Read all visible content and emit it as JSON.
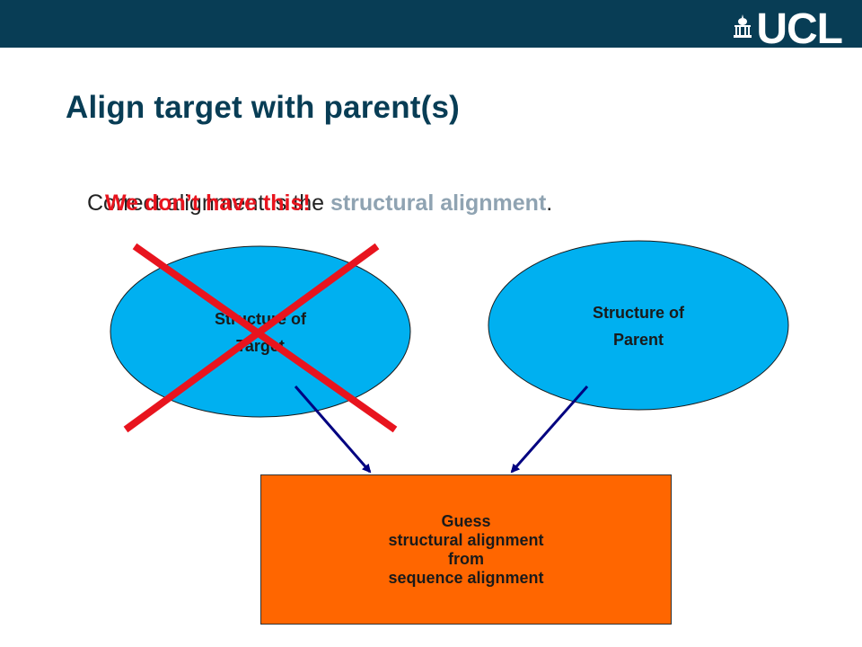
{
  "header": {
    "logo_text": "UCL",
    "bar_color": "#083D55",
    "logo_icon": "portico-icon"
  },
  "slide": {
    "title": "Align target with parent(s)",
    "sentence_prefix": "Correct alignment is the ",
    "sentence_highlight": "structural alignment",
    "sentence_suffix": ".",
    "overlay_text": "We don’t have this!",
    "overlay_color": "#E8141E",
    "highlight_color": "#8FA3B2"
  },
  "diagram": {
    "target": {
      "label_line1": "Structure of",
      "label_line2": "Target",
      "fill": "#00B0F0"
    },
    "parent": {
      "label_line1": "Structure of",
      "label_line2": "Parent",
      "fill": "#00B0F0"
    },
    "guess_box": {
      "line1": "Guess",
      "line2": "structural alignment",
      "line3": "from",
      "line4": "sequence alignment",
      "fill": "#FF6600"
    },
    "arrow_color": "#000080",
    "cross_color": "#E8141E",
    "cross_icon": "cross-out-icon"
  }
}
